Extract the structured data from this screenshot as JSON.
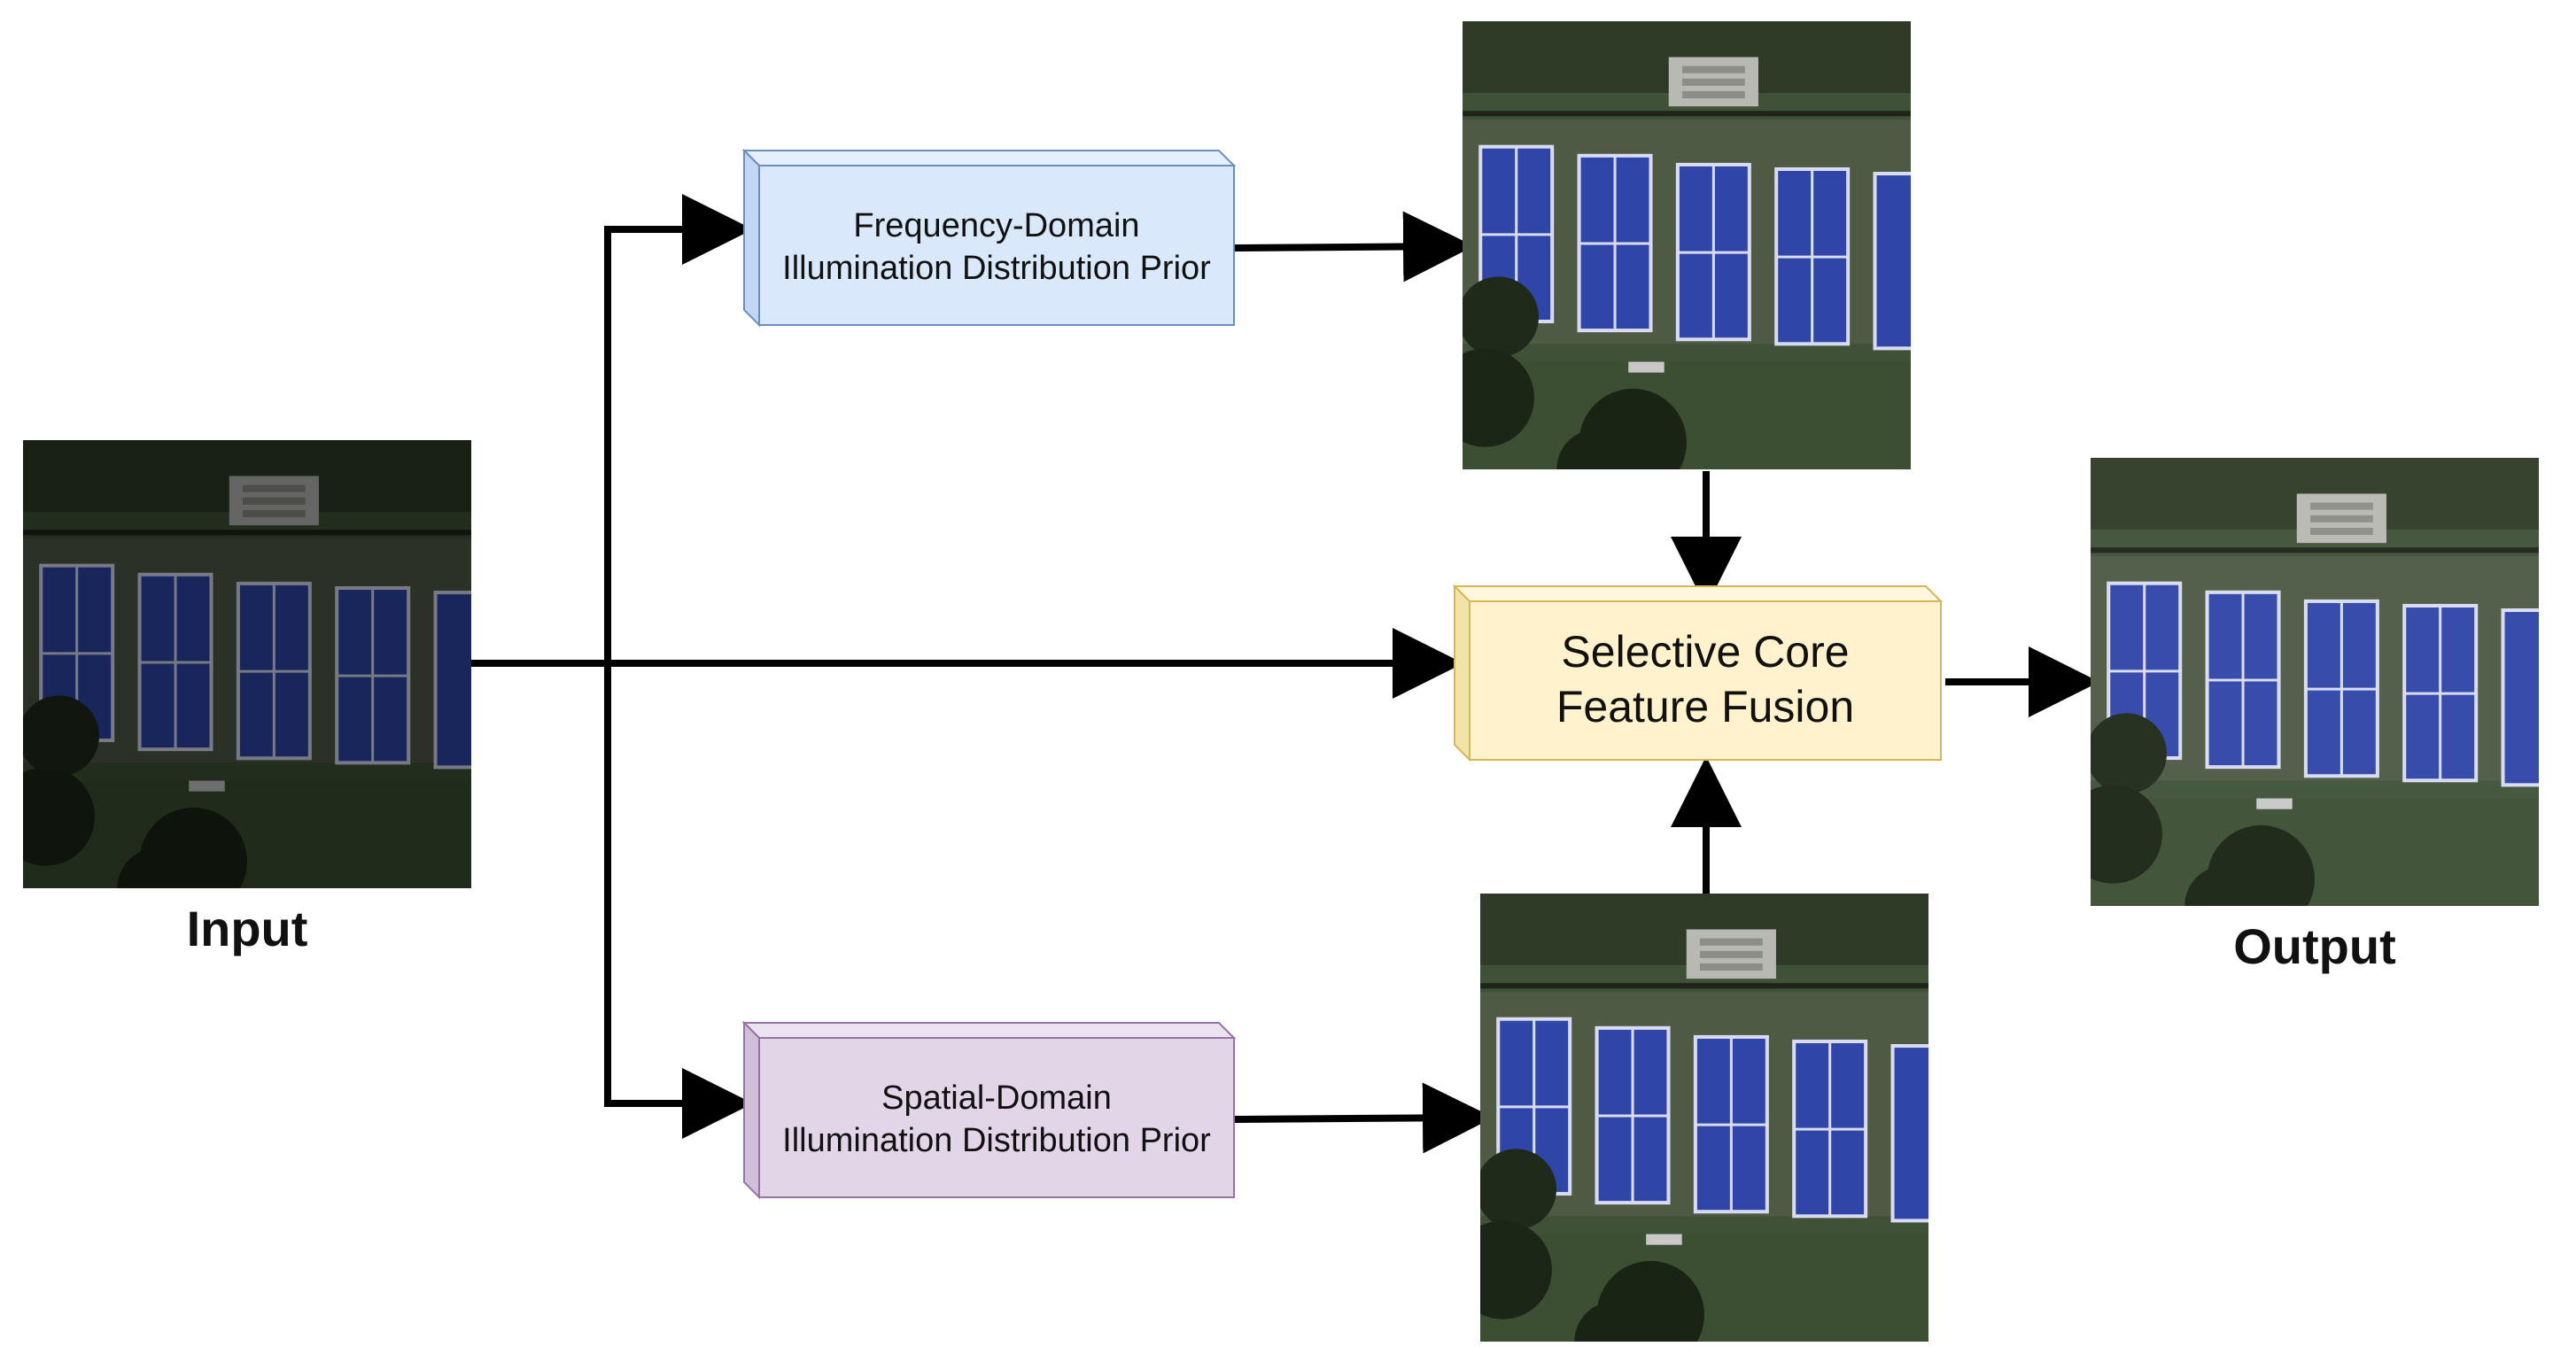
{
  "images": {
    "input": {
      "caption": "Input",
      "brightness": "dark"
    },
    "frequency_result": {
      "caption": "",
      "brightness": "bright"
    },
    "spatial_result": {
      "caption": "",
      "brightness": "bright"
    },
    "output": {
      "caption": "Output",
      "brightness": "bright"
    }
  },
  "boxes": {
    "frequency_prior": {
      "line1": "Frequency-Domain",
      "line2": "Illumination Distribution Prior",
      "color": "#dae8fc",
      "border": "#6c8ebf"
    },
    "spatial_prior": {
      "line1": "Spatial-Domain",
      "line2": "Illumination Distribution Prior",
      "color": "#e1d5e7",
      "border": "#9673a6"
    },
    "fusion": {
      "line1": "Selective Core",
      "line2": "Feature Fusion",
      "color": "#fff2cc",
      "border": "#d6b656"
    }
  },
  "colors": {
    "court_blue": "#2c3f96",
    "grass_dark": "#2a2d22",
    "grass_bright": "#43553a",
    "arrow": "#000000"
  }
}
